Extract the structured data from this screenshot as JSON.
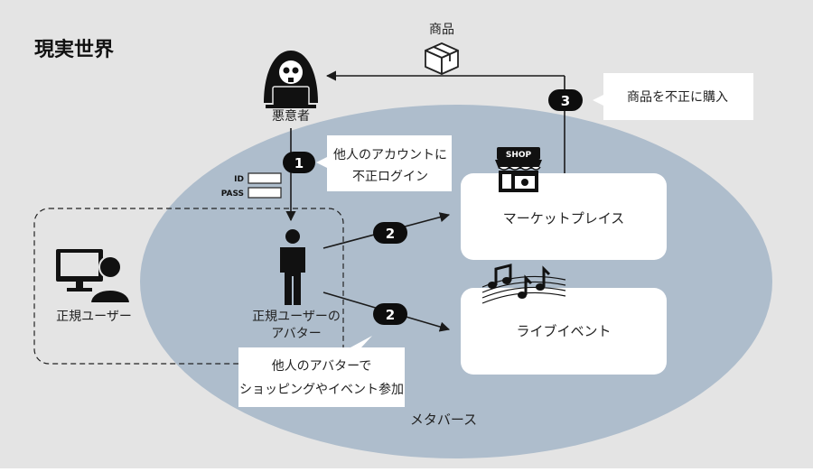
{
  "colors": {
    "background": "#e4e4e4",
    "metaverse": "#aebdcc",
    "box": "#ffffff",
    "badge": "#0d0d0d",
    "line": "#1a1a1a"
  },
  "real_world": {
    "label": "現実世界"
  },
  "metaverse": {
    "label": "メタバース"
  },
  "goods": {
    "label": "商品",
    "icon": "package-icon"
  },
  "attacker": {
    "label": "悪意者",
    "icon": "hacker-icon"
  },
  "login_form": {
    "id_label": "ID",
    "pass_label": "PASS"
  },
  "legit_user": {
    "label": "正規ユーザー",
    "icon": "user-computer-icon"
  },
  "avatar": {
    "label_line1": "正規ユーザーの",
    "label_line2": "アバター",
    "icon": "person-icon"
  },
  "marketplace": {
    "label": "マーケットプレイス",
    "icon": "shop-icon",
    "sign": "SHOP"
  },
  "live_event": {
    "label": "ライブイベント",
    "icon": "music-notes-icon"
  },
  "steps": [
    {
      "number": "1",
      "text_line1": "他人のアカウントに",
      "text_line2": "不正ログイン"
    },
    {
      "number": "2",
      "text_line1": "他人のアバターで",
      "text_line2": "ショッピングやイベント参加"
    },
    {
      "number": "3",
      "text_line1": "商品を不正に購入",
      "text_line2": ""
    }
  ]
}
